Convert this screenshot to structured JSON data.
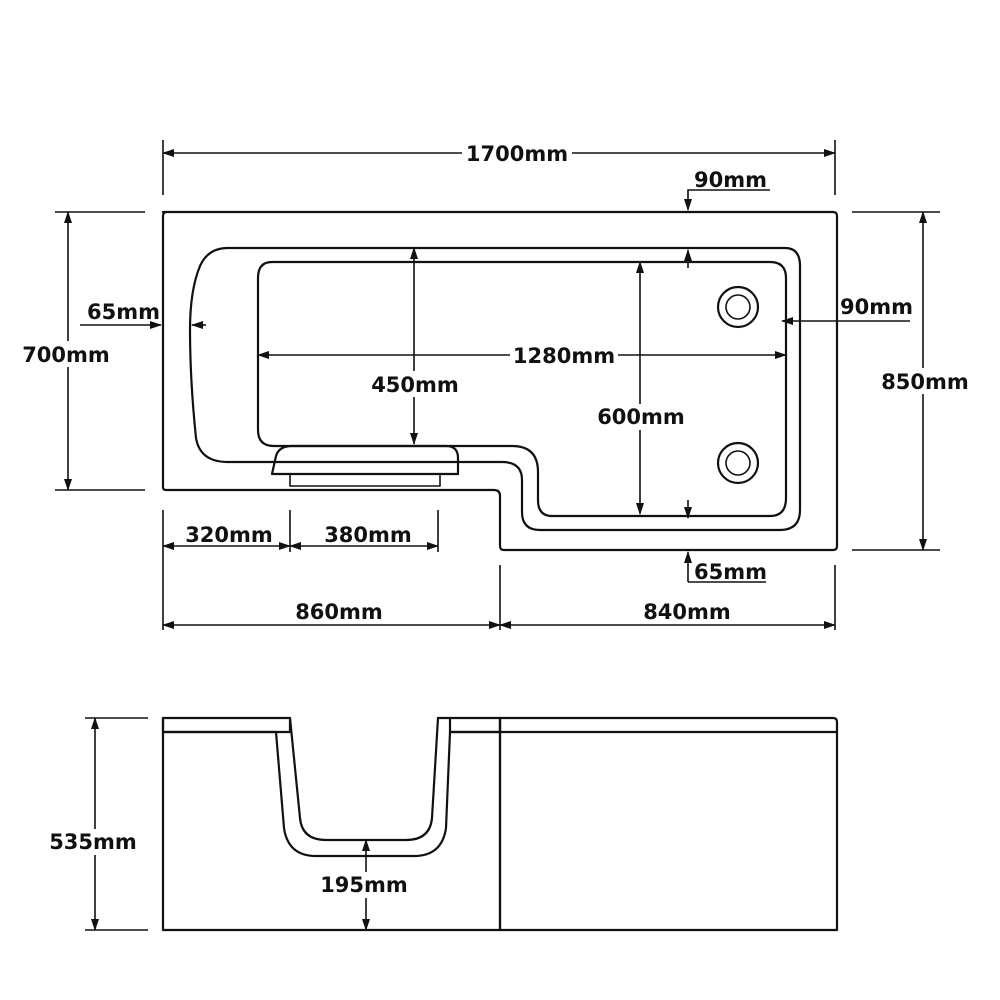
{
  "labels": {
    "overall_length": "1700mm",
    "top_rim": "90mm",
    "left_rim": "65mm",
    "right_rim": "90mm",
    "overall_height_left": "700mm",
    "overall_height_right": "850mm",
    "inner_length": "1280mm",
    "seat_depth": "450mm",
    "inner_width": "600mm",
    "bottom_rim": "65mm",
    "door_offset": "320mm",
    "door_width": "380mm",
    "left_section": "860mm",
    "right_section": "840mm",
    "bath_height": "535mm",
    "step_height": "195mm"
  },
  "colors": {
    "line": "#111111",
    "background": "#ffffff"
  }
}
